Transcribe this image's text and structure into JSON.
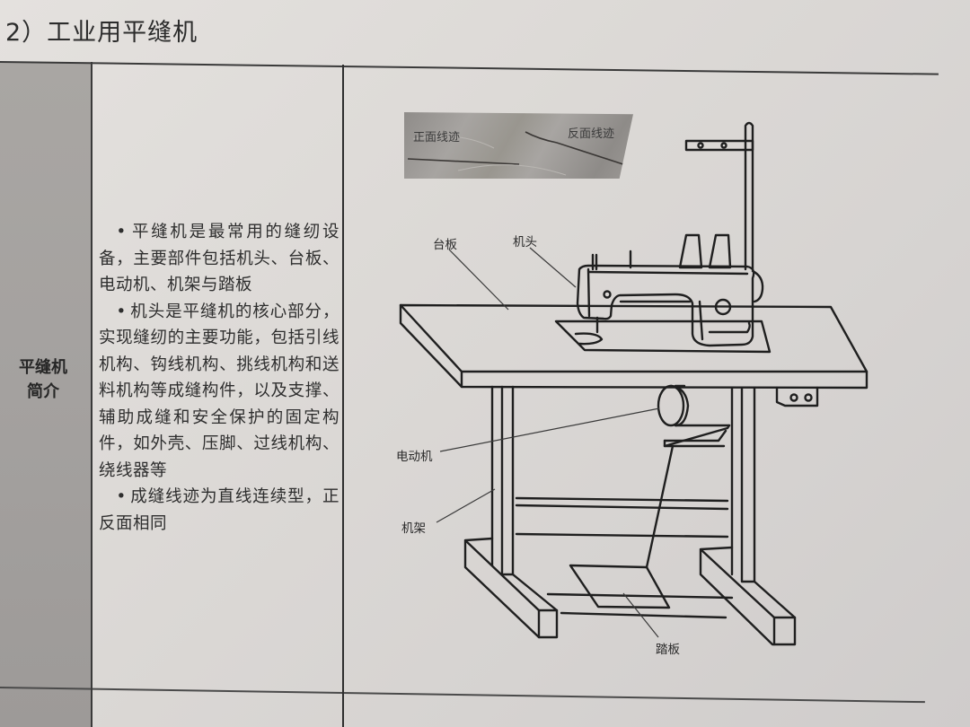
{
  "document": {
    "section_title": "2）工业用平缝机"
  },
  "table": {
    "row": {
      "label_lines": [
        "平缝机",
        "简介"
      ],
      "description": [
        "平缝机是最常用的缝纫设备，主要部件包括机头、台板、电动机、机架与踏板",
        "机头是平缝机的核心部分，实现缝纫的主要功能，包括引线机构、钩线机构、挑线机构和送料机构等成缝构件，以及支撑、辅助成缝和安全保护的固定构件，如外壳、压脚、过线机构、绕线器等",
        "成缝线迹为直线连续型，正反面相同"
      ],
      "bullet": "•"
    }
  },
  "figure": {
    "stitch_photo": {
      "front_label": "正面线迹",
      "back_label": "反面线迹"
    },
    "callouts": {
      "table_board": "台板",
      "machine_head": "机头",
      "motor": "电动机",
      "frame": "机架",
      "pedal": "踏板"
    }
  }
}
